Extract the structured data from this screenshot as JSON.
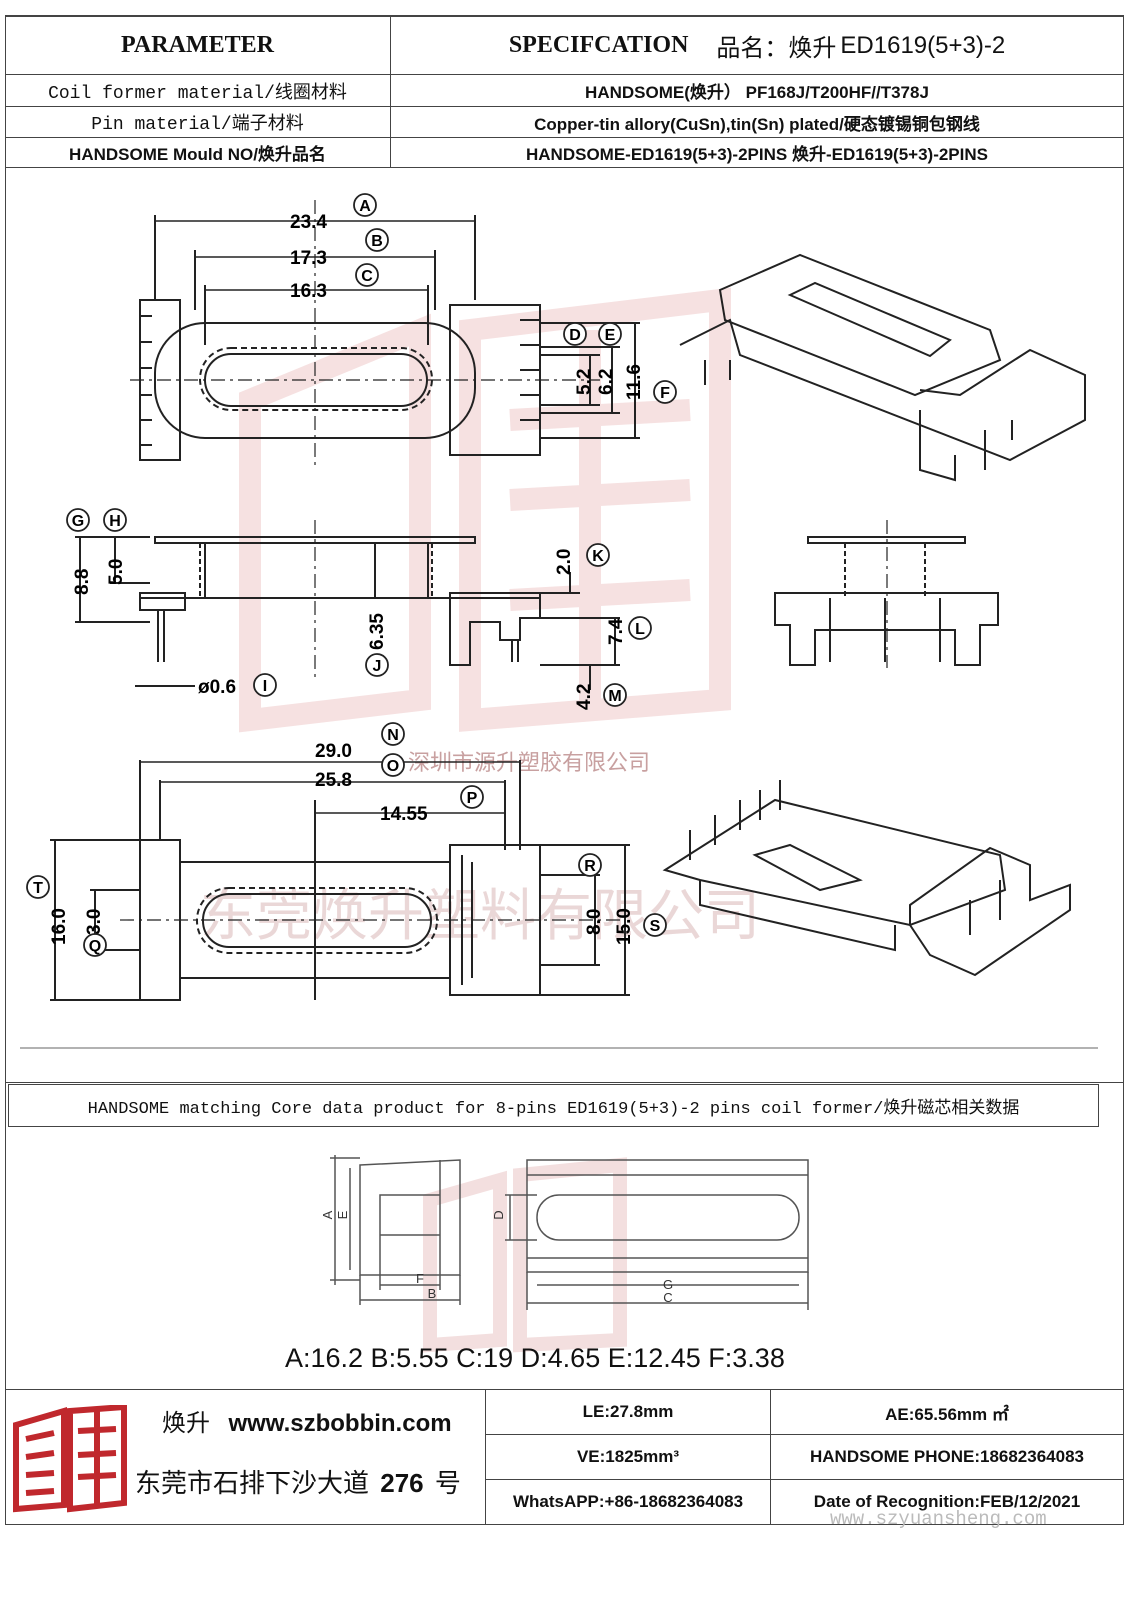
{
  "header": {
    "parameter": "PARAMETER",
    "specification": "SPECIFCATION",
    "product_name_label": "品名：焕升",
    "product_model": "ED1619(5+3)-2"
  },
  "params": [
    {
      "label": "Coil former material/线圈材料",
      "value": "HANDSOME(焕升）  PF168J/T200HF//T378J"
    },
    {
      "label": "Pin material/端子材料",
      "value": "Copper-tin allory(CuSn),tin(Sn) plated/硬态镀锡铜包钢线"
    },
    {
      "label": "HANDSOME Mould NO/焕升品名",
      "value": "HANDSOME-ED1619(5+3)-2PINS  焕升-ED1619(5+3)-2PINS"
    }
  ],
  "drawing": {
    "dims": {
      "A": "23.4",
      "B": "17.3",
      "C": "16.3",
      "D": "5.2",
      "E": "6.2",
      "F": "11.6",
      "G": "8.8",
      "H": "5.0",
      "I": "ø0.6",
      "J": "6.35",
      "K": "2.0",
      "L": "7.4",
      "M": "4.2",
      "N": "29.0",
      "O": "25.8",
      "P": "14.55",
      "Q": "3.0",
      "R": "8.0",
      "S": "15.0",
      "T": "16.0"
    },
    "watermark_cn1": "深圳市源升塑胶有限公司",
    "watermark_cn2": "东莞焕升塑料有限公司"
  },
  "core": {
    "title": "HANDSOME matching Core data  product for 8-pins ED1619(5+3)-2 pins coil former/焕升磁芯相关数据",
    "labels": {
      "A": "A",
      "B": "B",
      "C": "C",
      "D": "D",
      "E": "E",
      "F": "F",
      "G": "G"
    },
    "values": "A:16.2 B:5.55 C:19 D:4.65 E:12.45 F:3.38"
  },
  "footer": {
    "brand": "焕升",
    "website": "www.szbobbin.com",
    "address_prefix": "东莞市石排下沙大道",
    "address_number": "276",
    "address_suffix": "号",
    "le": "LE:27.8mm",
    "ae": "AE:65.56mm ㎡",
    "ve": "VE:1825mm³",
    "phone": "HANDSOME PHONE:18682364083",
    "whatsapp": "WhatsAPP:+86-18682364083",
    "date": "Date of Recognition:FEB/12/2021",
    "watermark_url": "www.szyuansheng.com"
  },
  "colors": {
    "logo_red": "#c0282d",
    "watermark": "#e8b5b5",
    "line": "#444444"
  }
}
